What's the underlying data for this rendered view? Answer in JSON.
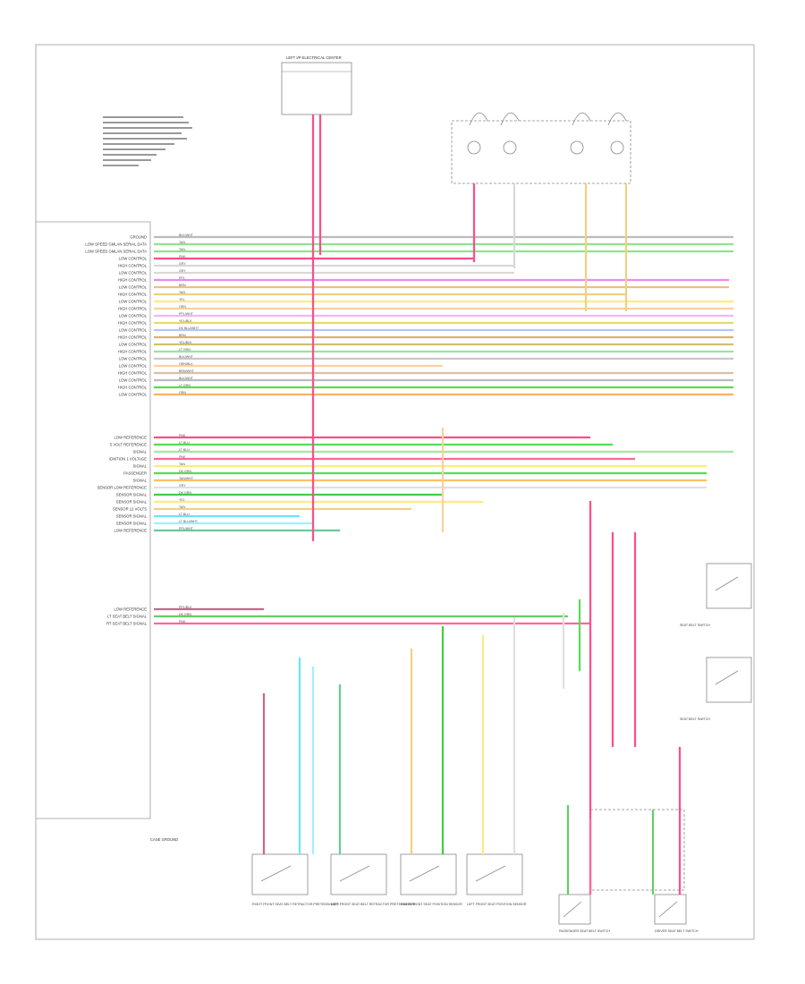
{
  "module": {
    "pins": [
      {
        "label": "GROUND",
        "wire": "BLK/WHT",
        "color": "#bbbbbb"
      },
      {
        "label": "LOW SPEED GMLAN SERIAL DATA",
        "wire": "TAN",
        "color": "#8fe38f"
      },
      {
        "label": "LOW SPEED GMLAN SERIAL DATA",
        "wire": "TAN",
        "color": "#8fe38f"
      },
      {
        "label": "LOW CONTROL",
        "wire": "PNK",
        "color": "#ff4d88"
      },
      {
        "label": "HIGH CONTROL",
        "wire": "GRY",
        "color": "#d8d8d8"
      },
      {
        "label": "LOW CONTROL",
        "wire": "GRY",
        "color": "#d8d8d8"
      },
      {
        "label": "HIGH CONTROL",
        "wire": "PPL",
        "color": "#ee88ee"
      },
      {
        "label": "LOW CONTROL",
        "wire": "BRN",
        "color": "#e8c08a"
      },
      {
        "label": "HIGH CONTROL",
        "wire": "TAN",
        "color": "#f0d080"
      },
      {
        "label": "LOW CONTROL",
        "wire": "YEL",
        "color": "#ffeb80"
      },
      {
        "label": "HIGH CONTROL",
        "wire": "ORN",
        "color": "#ffcf99"
      },
      {
        "label": "LOW CONTROL",
        "wire": "PPL/WHT",
        "color": "#f2b6f2"
      },
      {
        "label": "HIGH CONTROL",
        "wire": "YEL/BLK",
        "color": "#e6da6a"
      },
      {
        "label": "LOW CONTROL",
        "wire": "DK BLU/WHT",
        "color": "#b9c4ff"
      },
      {
        "label": "HIGH CONTROL",
        "wire": "BRN",
        "color": "#d9b36b"
      },
      {
        "label": "LOW CONTROL",
        "wire": "YEL/BLK",
        "color": "#cfc26a"
      },
      {
        "label": "HIGH CONTROL",
        "wire": "LT GRN",
        "color": "#9be39b"
      },
      {
        "label": "LOW CONTROL",
        "wire": "BLK/WHT",
        "color": "#c8c8c8"
      },
      {
        "label": "LOW CONTROL",
        "wire": "ORN/BLK",
        "color": "#ffcfa0"
      },
      {
        "label": "HIGH CONTROL",
        "wire": "BRN/WHT",
        "color": "#dcbfa0"
      },
      {
        "label": "LOW CONTROL",
        "wire": "BLK/WHT",
        "color": "#bbbbbb"
      },
      {
        "label": "HIGH CONTROL",
        "wire": "LT GRN",
        "color": "#55dd55"
      },
      {
        "label": "LOW CONTROL",
        "wire": "ORN",
        "color": "#ffb060"
      },
      {
        "label": "LOW REFERENCE",
        "wire": "PNK",
        "color": "#ff4d88"
      },
      {
        "label": "5 VOLT REFERENCE",
        "wire": "LT BLU",
        "color": "#55dd55"
      },
      {
        "label": "SIGNAL",
        "wire": "LT BLU",
        "color": "#a5e6a5"
      },
      {
        "label": "IGNITION 1 VOLTAGE",
        "wire": "PNK",
        "color": "#ff6699"
      },
      {
        "label": "SIGNAL",
        "wire": "TAN",
        "color": "#ffeb80"
      },
      {
        "label": "PASSENGER",
        "wire": "DK GRN",
        "color": "#55dd55"
      },
      {
        "label": "SIGNAL",
        "wire": "TAN/WHT",
        "color": "#ffc060"
      },
      {
        "label": "SENSOR LOW REFERENCE",
        "wire": "GRY",
        "color": "#e0e0e0"
      },
      {
        "label": "SENSOR SIGNAL",
        "wire": "DK GRN",
        "color": "#44cc44"
      },
      {
        "label": "SENSOR SIGNAL",
        "wire": "YEL",
        "color": "#ffeb80"
      },
      {
        "label": "SENSOR 12 VOLTS",
        "wire": "TAN",
        "color": "#f0d080"
      },
      {
        "label": "SENSOR SIGNAL",
        "wire": "LT BLU",
        "color": "#66e6ff"
      },
      {
        "label": "SENSOR SIGNAL",
        "wire": "LT BLU/WHT",
        "color": "#a0f0ff"
      },
      {
        "label": "LOW REFERENCE",
        "wire": "PPL/WHT",
        "color": "#66cc99"
      },
      {
        "label": "LOW REFERENCE",
        "wire": "PPL/BLK",
        "color": "#cc6688"
      },
      {
        "label": "LT SEAT BELT SIGNAL",
        "wire": "DK GRN",
        "color": "#66cc66"
      },
      {
        "label": "RT SEAT BELT SIGNAL",
        "wire": "PNK",
        "color": "#ff6699"
      }
    ]
  },
  "fuse_block": {
    "title": "LEFT I/P ELECTRICAL CENTER"
  },
  "sensors": [
    {
      "name": "RIGHT FRONT SEAT BELT RETRACTOR PRETENSIONER"
    },
    {
      "name": "LEFT FRONT SEAT BELT RETRACTOR PRETENSIONER"
    },
    {
      "name": "RIGHT FRONT SEAT POSITION SENSOR"
    },
    {
      "name": "LEFT FRONT SEAT POSITION SENSOR"
    },
    {
      "name": "PASSENGER SEAT BELT SWITCH"
    },
    {
      "name": "DRIVER SEAT BELT SWITCH"
    }
  ],
  "switches": [
    {
      "name": "SEAT BELT SWITCH"
    },
    {
      "name": "SEAT BELT SWITCH"
    }
  ],
  "notes": {
    "ground": "GROUND",
    "case_ground": "CASE GROUND"
  }
}
